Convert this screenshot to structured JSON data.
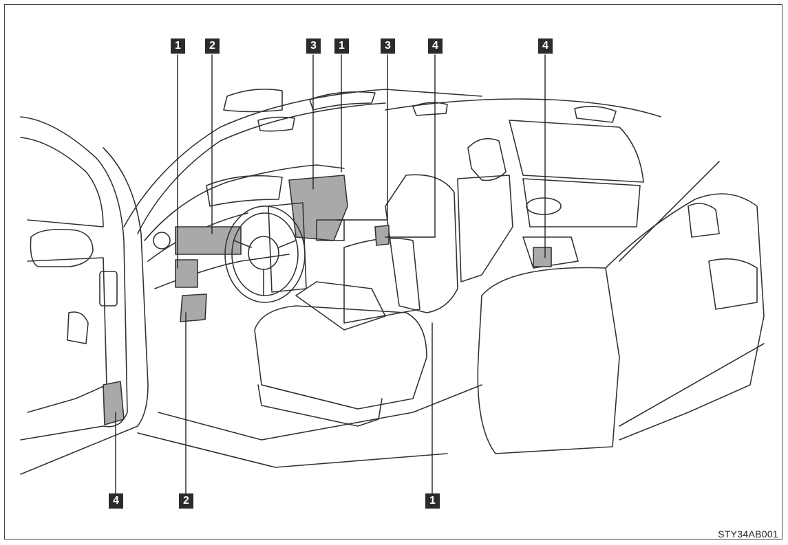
{
  "callouts": [
    "1",
    "2",
    "3",
    "1",
    "3",
    "4",
    "4",
    "4",
    "2",
    "1"
  ],
  "figure_code": "STY34AB001",
  "colors": {
    "airbag_fill": "#a9a9a9",
    "line": "#333333",
    "callout_bg": "#2b2b2b"
  }
}
